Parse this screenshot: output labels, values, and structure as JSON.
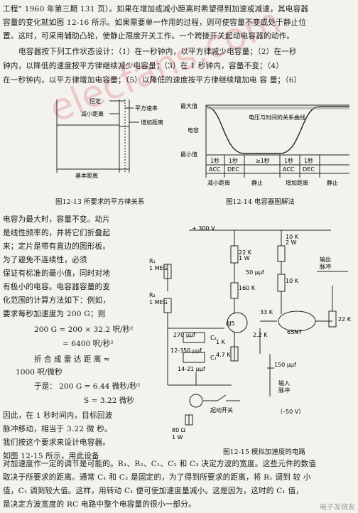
{
  "watermark": "elecfans.com",
  "para1": [
    "工程” 1960 年第三期 131 页）。如果在增加或减小距离时希望得到加速或减速，其电容器",
    "容量的变化就如图 12-16 所示。如果需要单一作用的过程，则可使容量不变或处于静止位",
    "置。这时，可采用辅助凸轮，使静止限度开关工作。一个跨接开关起动电容器的动作。"
  ],
  "para2": [
    "电容器按下列工作状态设计：（1）在一秒钟内，以平方律减少电容量；（2）在一秒",
    "钟内，以降低的速度按平方律继续减少电容量；（3）在 1 秒钟内，容量不变；（4）",
    "在一秒钟内，以平方律增加电容量；（5）以降低的速度按平方律继续增加电 容 量；（6）"
  ],
  "fig1213": {
    "caption": "图12-13  所要求的平方律关系",
    "labels": {
      "constant": "恒定",
      "square_rate": "平方速率",
      "decrease": "减小距离",
      "increase": "增加距离",
      "base": "基本距离"
    }
  },
  "fig1214": {
    "caption": "图12-14  电容器图解法",
    "labels": {
      "max": "最大值",
      "min": "最小值",
      "cap": "电容",
      "curve": "电压与时间的关系曲线",
      "s1": "1秒",
      "s2": "1秒",
      "s3": "≥1秒",
      "s4": "1秒",
      "s5": "1秒",
      "acc1": "ACC",
      "dec1": "DEC",
      "acc2": "ACC",
      "dec2": "DEC",
      "b1": "减小距离",
      "b2": "静止",
      "b3": "增加距离",
      "b4": "静止"
    }
  },
  "left_col": [
    "电容为最大时，容量不变。动片",
    "是线性频率的，并将它们折叠起",
    "来；定片是带有直边的图形板。",
    "  为了避免不连续性，必须",
    "保证有标准的最小值，同时对地",
    "有极小的电容。电容器容量的变",
    "化范围的计算方法如下：例如，",
    "要求每秒加速度为 200 G；则"
  ],
  "eq1": "200 G = 200 × 32.2 呎/秒²",
  "eq2": "= 6400 呎/秒²",
  "eq3a": "折 合 成 雷 达 距 离 ≈",
  "eq3b": "1000 呎/微秒",
  "eq4": "于是：  200 G = 6.44 微秒/秒²",
  "eq5": "S = 3.22 微秒",
  "left_col2": [
    "因此，在 1 秒时间内，目标回波",
    "脉冲移动，相当于 3.22 微 秒。",
    "我们按这个要求来设计电容器。",
    "  如图 12-15 所示，用此设备"
  ],
  "fig1215": {
    "caption": "图12-15  模拟加速度的电路",
    "labels": {
      "r1": "R₁",
      "r1v": "1 MEG",
      "r2": "R₂",
      "r2v": "1 MEG",
      "c270": "270 μμf",
      "c12": "12-350 μμf",
      "c2": "C₂",
      "c1": "C₁",
      "c1v": "14-21 μμf",
      "r22k": "22 K",
      "r22kw": "1 W",
      "r160k": "160 K",
      "r1k": "1 K",
      "tube1": "6J5",
      "r47k": "4.7 K",
      "r33k": "33 K",
      "r22k2": "2.2 K",
      "r10k": "10 K",
      "r10kw": "2 W",
      "c50": "50 μμf",
      "r10k2": "10 K",
      "tube2": "6SN7",
      "c150": "150 μμf",
      "r22k3": "22 K",
      "out": "输出",
      "out2": "脉冲",
      "inp": "输入",
      "inp2": "脉冲",
      "neg": "（–50 V）",
      "start": "起动开关",
      "vplus": "+ 300 V",
      "r80": "80 Ω",
      "r80w": "1 W"
    }
  },
  "bottom": [
    "对加速度作一定的调节是可能的。R₁、R₂、C₁、C₂ 和 C₃ 决定方波的宽度。这些元件的数值",
    "取决于所要求的距离。通常 C₁ 和 C₂ 是固定的，为了得到所要求的距离，将 R₁ 调到 较 小",
    "值，C₁ 调到较大值。这样，用转动 C₁ 便可使加速度量减小。这是因为，这时的 C₁ 值，",
    "是决定方波宽度的 RC 电路中整个电容量的很小一部分。"
  ],
  "footer": "电子发烧友"
}
